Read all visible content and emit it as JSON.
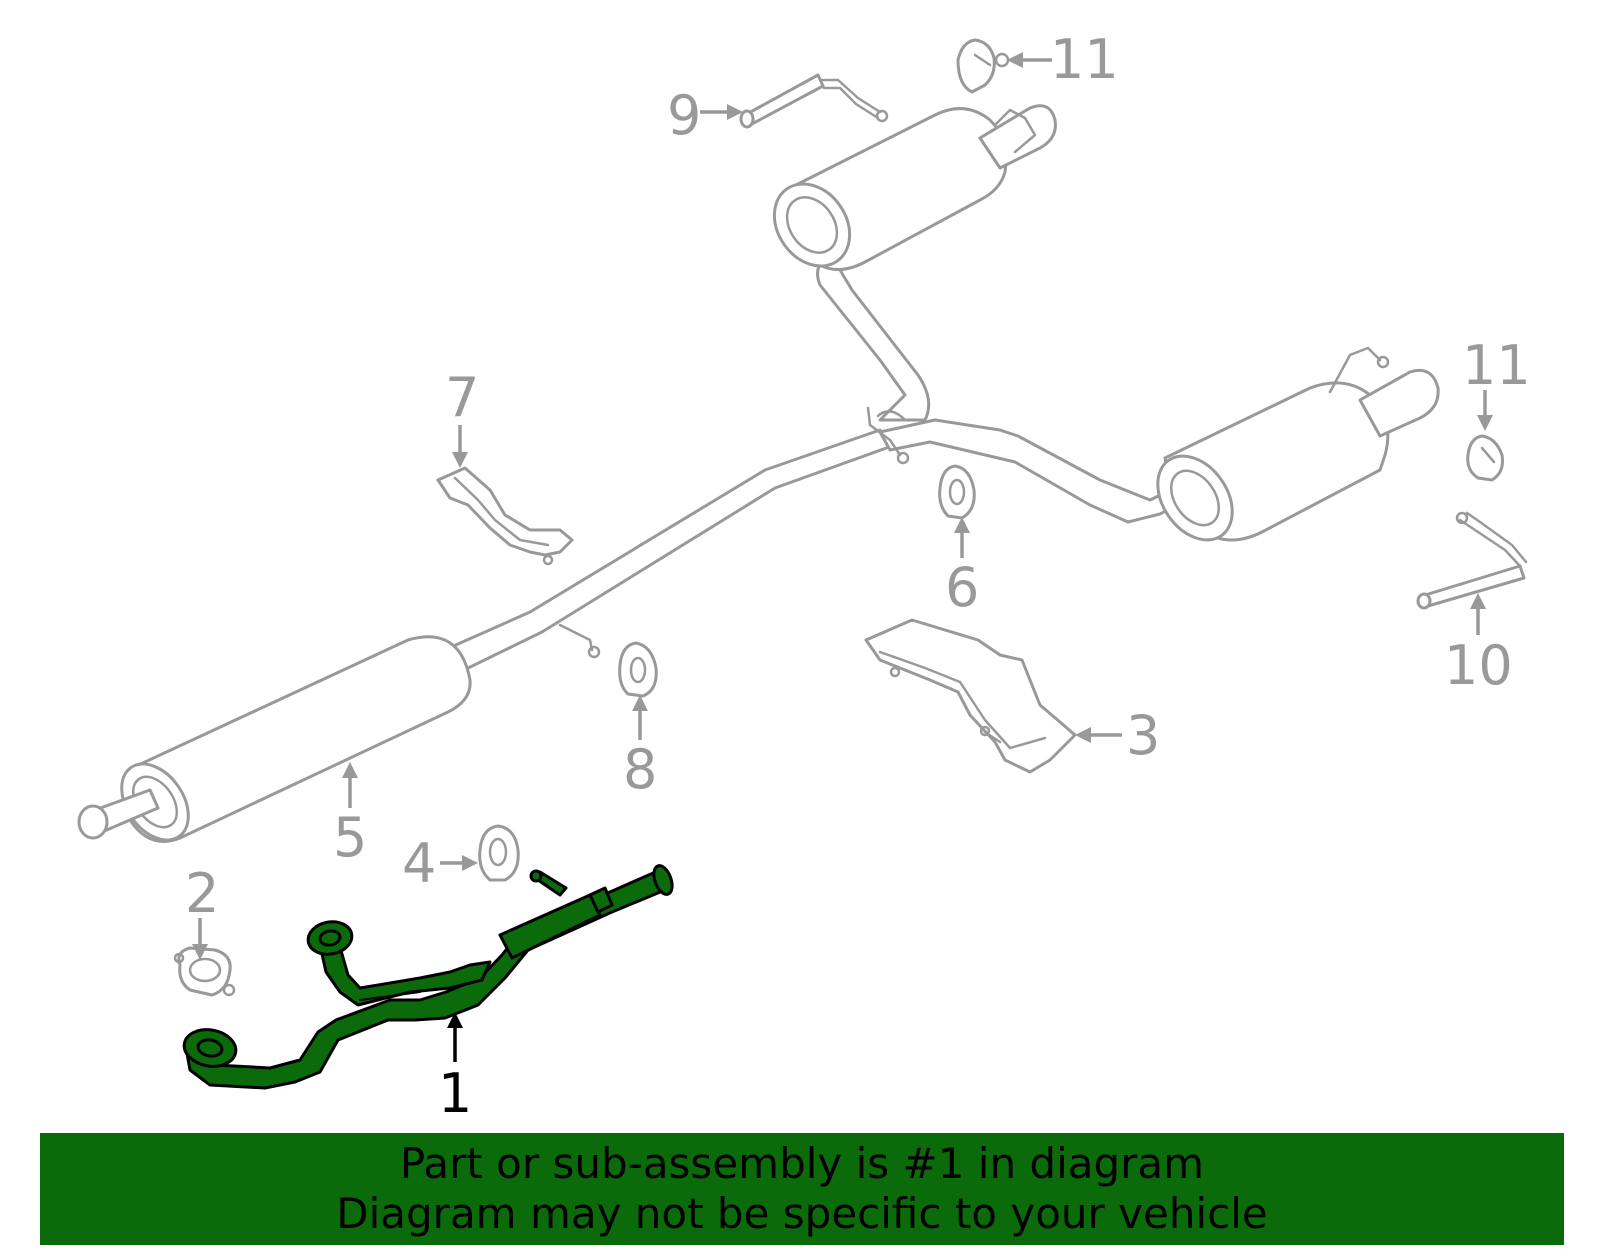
{
  "labels": {
    "part1": "1",
    "part2": "2",
    "part3": "3",
    "part4": "4",
    "part5": "5",
    "part6": "6",
    "part7": "7",
    "part8": "8",
    "part9": "9",
    "part10": "10",
    "part11a": "11",
    "part11b": "11"
  },
  "banner": {
    "line1": "Part or sub-assembly is #1 in diagram",
    "line2": "Diagram may not be specific to your vehicle"
  },
  "colors": {
    "highlight": "#0b6b0b",
    "line": "#999999",
    "banner_bg": "#0b6b0b"
  }
}
